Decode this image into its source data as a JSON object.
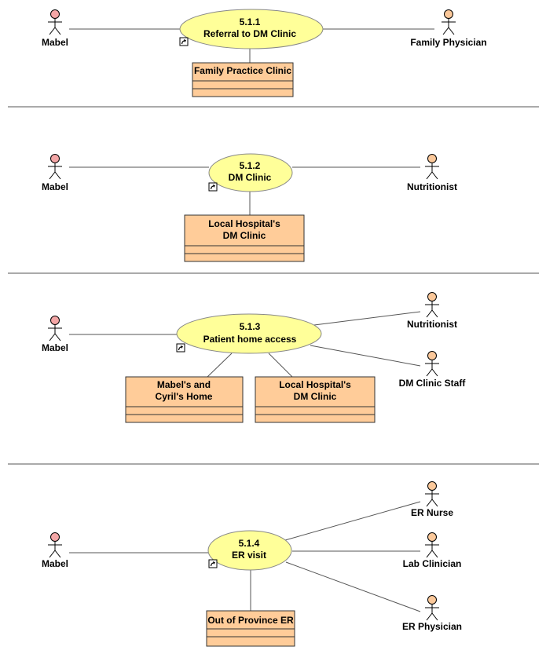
{
  "colors": {
    "actor_primary": "#f4a6a6",
    "actor_secondary": "#fbc89a",
    "usecase_fill": "#ffff99",
    "box_fill": "#ffcc99"
  },
  "icons": {
    "link": "link-arrow-icon",
    "actor": "stick-figure-icon"
  },
  "diagrams": [
    {
      "usecase": {
        "id": "5.1.1",
        "name": "Referral to DM Clinic"
      },
      "primary_actor": "Mabel",
      "secondary_actors": [
        "Family Physician"
      ],
      "nodes": [
        [
          "Family Practice Clinic"
        ]
      ]
    },
    {
      "usecase": {
        "id": "5.1.2",
        "name": "DM Clinic"
      },
      "primary_actor": "Mabel",
      "secondary_actors": [
        "Nutritionist"
      ],
      "nodes": [
        [
          "Local Hospital's",
          "DM Clinic"
        ]
      ]
    },
    {
      "usecase": {
        "id": "5.1.3",
        "name": "Patient home access"
      },
      "primary_actor": "Mabel",
      "secondary_actors": [
        "Nutritionist",
        "DM Clinic Staff"
      ],
      "nodes": [
        [
          "Mabel's and",
          "Cyril's Home"
        ],
        [
          "Local Hospital's",
          "DM Clinic"
        ]
      ]
    },
    {
      "usecase": {
        "id": "5.1.4",
        "name": "ER visit"
      },
      "primary_actor": "Mabel",
      "secondary_actors": [
        "ER Nurse",
        "Lab Clinician",
        "ER Physician"
      ],
      "nodes": [
        [
          "Out of Province ER"
        ]
      ]
    }
  ]
}
